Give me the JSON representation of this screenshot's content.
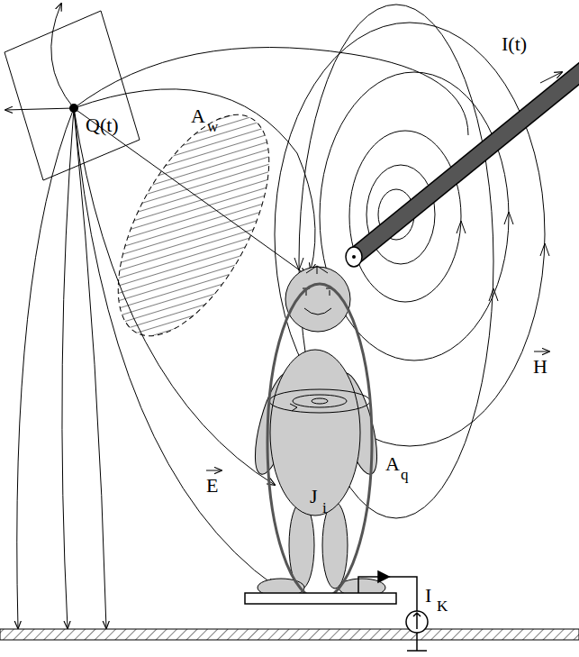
{
  "diagram": {
    "labels": [
      "Q(t)",
      "I(t)",
      "A",
      "w",
      "E",
      "A",
      "q",
      "H",
      "J",
      "i",
      "I",
      "K"
    ]
  }
}
